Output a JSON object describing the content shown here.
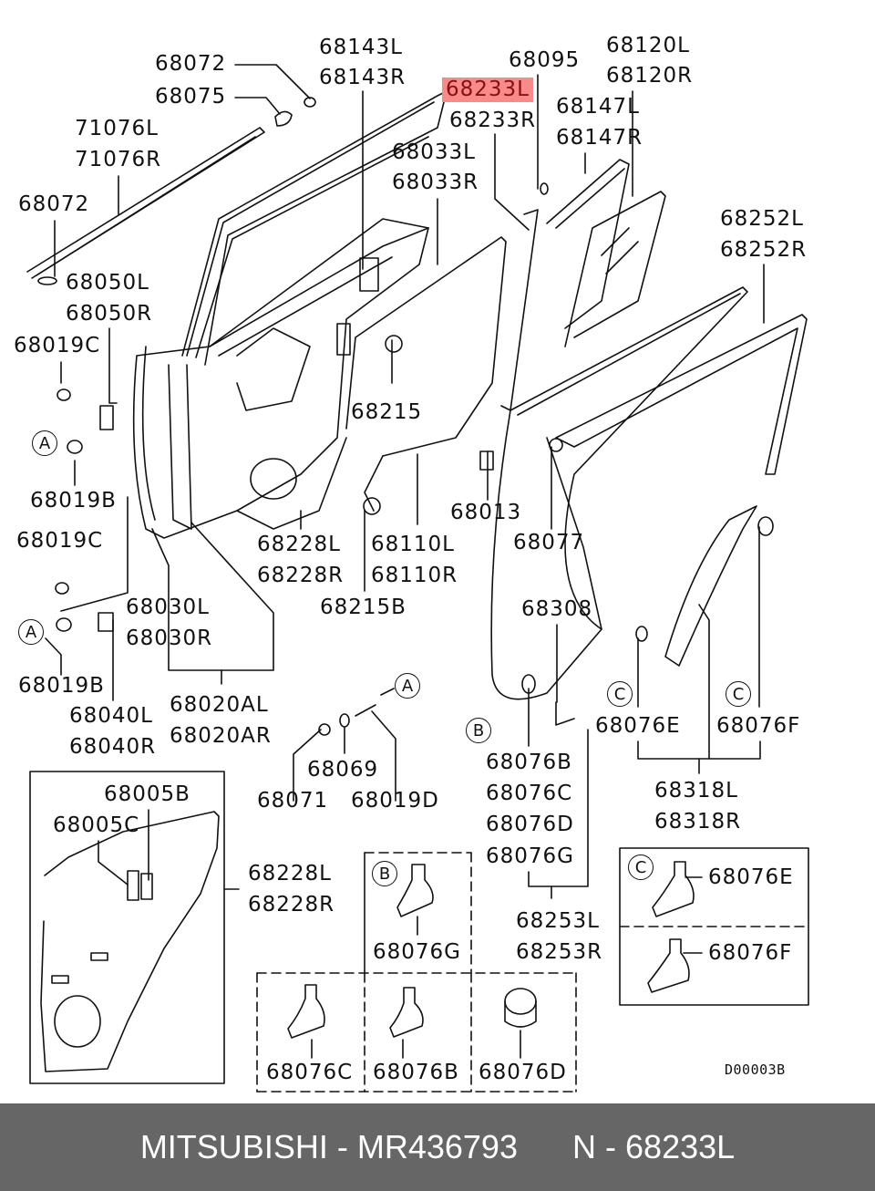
{
  "diagram": {
    "title_code": "D00003B",
    "highlight_color": "#f88a8a",
    "labels": {
      "p68072_top": "68072",
      "p68075": "68075",
      "p68143L": "68143L",
      "p68143R": "68143R",
      "p68095": "68095",
      "p68233L": "68233L",
      "p68233R": "68233R",
      "p68120L": "68120L",
      "p68120R": "68120R",
      "p68147L": "68147L",
      "p68147R": "68147R",
      "p71076L": "71076L",
      "p71076R": "71076R",
      "p68033L": "68033L",
      "p68033R": "68033R",
      "p68072_left": "68072",
      "p68252L": "68252L",
      "p68252R": "68252R",
      "p68050L": "68050L",
      "p68050R": "68050R",
      "p68019C_1": "68019C",
      "p68215": "68215",
      "p68019B_1": "68019B",
      "p68013": "68013",
      "p68228L": "68228L",
      "p68228R": "68228R",
      "p68110L": "68110L",
      "p68110R": "68110R",
      "p68077": "68077",
      "p68019C_2": "68019C",
      "p68030L": "68030L",
      "p68030R": "68030R",
      "p68215B": "68215B",
      "p68308": "68308",
      "p68019B_2": "68019B",
      "p68020AL": "68020AL",
      "p68020AR": "68020AR",
      "p68040L": "68040L",
      "p68040R": "68040R",
      "p68076E": "68076E",
      "p68076F": "68076F",
      "p68076B": "68076B",
      "p68069": "68069",
      "p68071": "68071",
      "p68019D": "68019D",
      "p68076C": "68076C",
      "p68076D": "68076D",
      "p68076G": "68076G",
      "p68318L": "68318L",
      "p68318R": "68318R",
      "p68005B": "68005B",
      "p68005C": "68005C",
      "p68228L_inset": "68228L",
      "p68228R_inset": "68228R",
      "p68253L": "68253L",
      "p68253R": "68253R",
      "inset_b_68076G": "68076G",
      "inset_c_68076E": "68076E",
      "inset_c_68076F": "68076F",
      "inset_68076C": "68076C",
      "inset_68076B": "68076B",
      "inset_68076D": "68076D"
    },
    "callouts": {
      "a": "A",
      "b": "B",
      "c": "C"
    }
  },
  "footer": {
    "brand": "MITSUBISHI",
    "part_number": "MR436793",
    "ref_prefix": "N",
    "ref_code": "68233L",
    "separator": "-"
  }
}
